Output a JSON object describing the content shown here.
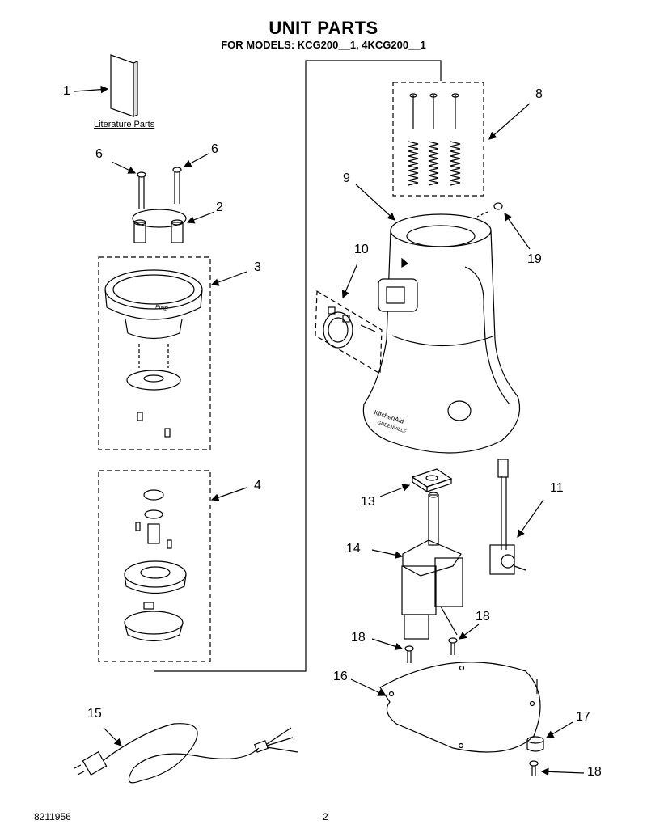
{
  "header": {
    "title": "UNIT PARTS",
    "subtitle": "FOR MODELS: KCG200__1, 4KCG200__1"
  },
  "literature_label": "Literature Parts",
  "callouts": {
    "c1": "1",
    "c2": "2",
    "c3": "3",
    "c4": "4",
    "c6a": "6",
    "c6b": "6",
    "c8": "8",
    "c9": "9",
    "c10": "10",
    "c11": "11",
    "c13": "13",
    "c14": "14",
    "c15": "15",
    "c16": "16",
    "c17": "17",
    "c18a": "18",
    "c18b": "18",
    "c18c": "18",
    "c19": "19"
  },
  "part_markings": {
    "base_brand": "KitchenAid",
    "base_city": "GREENVILLE",
    "burr_ring": "FINE"
  },
  "footer": {
    "doc_number": "8211956",
    "page_number": "2"
  }
}
